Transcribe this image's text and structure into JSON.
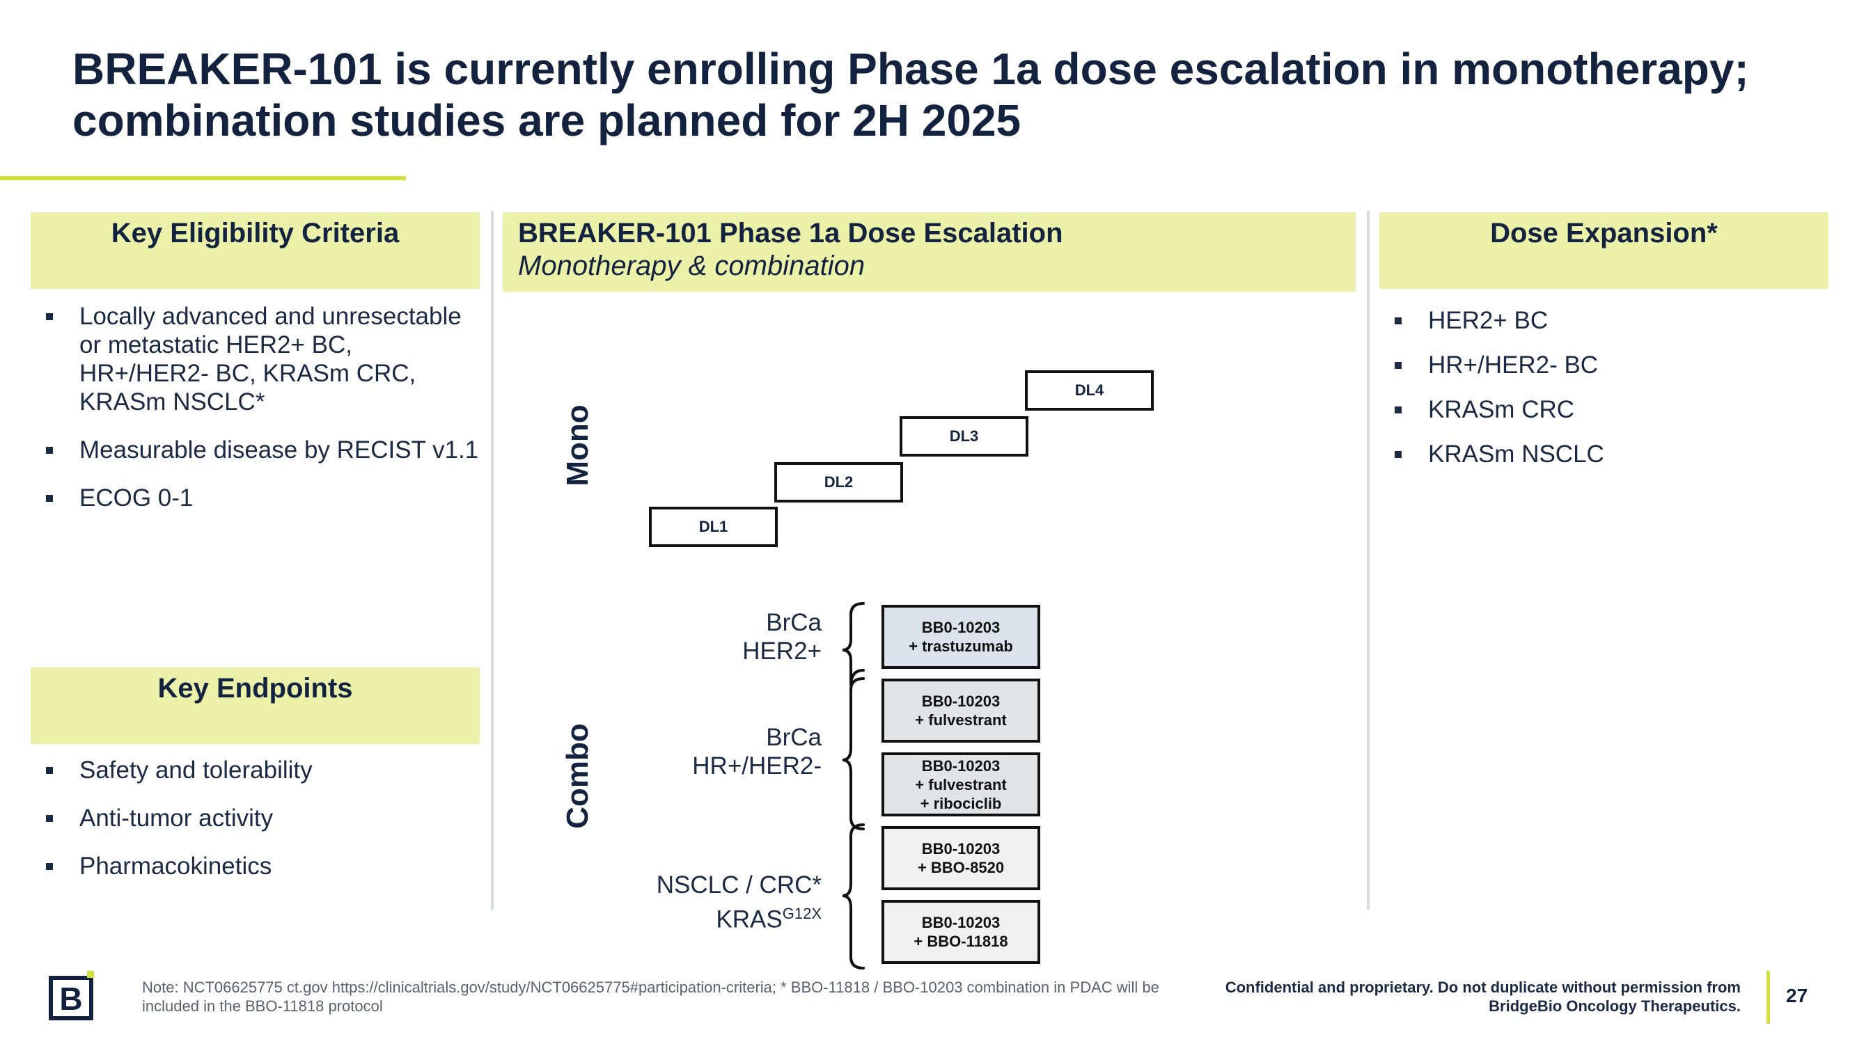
{
  "title": "BREAKER-101 is currently enrolling Phase 1a dose escalation in monotherapy; combination studies are planned for 2H 2025",
  "eligibility": {
    "header": "Key Eligibility Criteria",
    "items": [
      "Locally advanced and unresectable or metastatic HER2+ BC, HR+/HER2- BC,  KRASm CRC, KRASm NSCLC*",
      "Measurable disease by RECIST v1.1",
      "ECOG 0-1"
    ]
  },
  "endpoints": {
    "header": "Key Endpoints",
    "items": [
      "Safety and tolerability",
      "Anti-tumor activity",
      "Pharmacokinetics"
    ]
  },
  "escalation": {
    "header": "BREAKER-101 Phase 1a Dose Escalation",
    "subheader": "Monotherapy & combination",
    "mono_label": "Mono",
    "combo_label": "Combo",
    "dose_levels": [
      "DL1",
      "DL2",
      "DL3",
      "DL4"
    ],
    "groups": {
      "g1": "BrCa HER2+",
      "g2": "BrCa HR+/HER2-",
      "g3_line1": "NSCLC / CRC*",
      "g3_line2": "KRAS",
      "g3_sup": "G12X"
    },
    "combos": [
      [
        "BB0-10203",
        "+ trastuzumab"
      ],
      [
        "BB0-10203",
        "+ fulvestrant"
      ],
      [
        "BB0-10203",
        "+ fulvestrant",
        "+ ribociclib"
      ],
      [
        "BB0-10203",
        "+ BBO-8520"
      ],
      [
        "BB0-10203",
        "+ BBO-11818"
      ]
    ]
  },
  "expansion": {
    "header": "Dose Expansion*",
    "items": [
      "HER2+ BC",
      "HR+/HER2- BC",
      "KRASm CRC",
      "KRASm NSCLC"
    ]
  },
  "footer": {
    "note": "Note: NCT06625775 ct.gov https://clinicaltrials.gov/study/NCT06625775#participation-criteria; * BBO-11818 / BBO-10203 combination in PDAC will be included in the BBO-11818 protocol",
    "confidential": "Confidential and proprietary. Do not duplicate without permission from BridgeBio Oncology Therapeutics.",
    "page_number": "27",
    "logo_letter": "B"
  },
  "colors": {
    "accent": "#d4e03a",
    "header_bg": "#ebf1a8",
    "navy": "#13233f"
  }
}
